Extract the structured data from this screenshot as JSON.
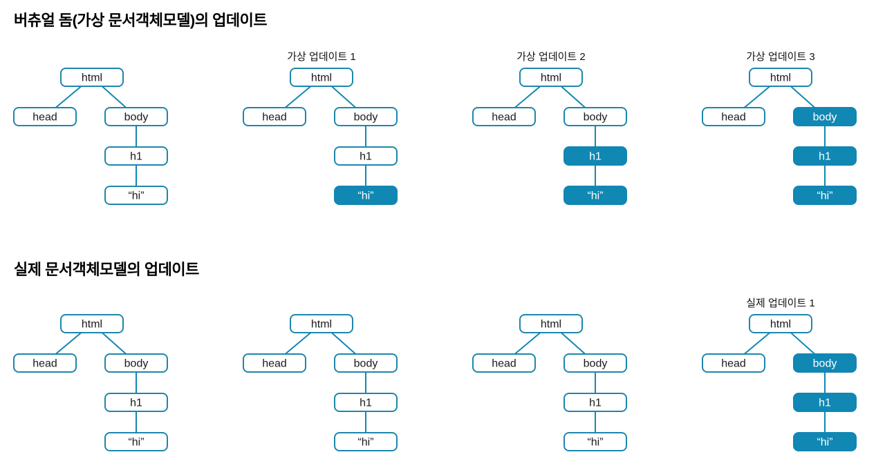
{
  "colors": {
    "accent": "#1187b3",
    "node_border": "#1d86ad",
    "node_fill": "#ffffff",
    "node_text": "#1a1a1a",
    "highlight_fill": "#1187b3",
    "highlight_text": "#ffffff",
    "edge": "#1187b3"
  },
  "node_labels": {
    "html": "html",
    "head": "head",
    "body": "body",
    "h1": "h1",
    "hi": "“hi”"
  },
  "tree_structure": {
    "nodes": [
      "html",
      "head",
      "body",
      "h1",
      "hi"
    ],
    "edges": [
      [
        "html",
        "head"
      ],
      [
        "html",
        "body"
      ],
      [
        "body",
        "h1"
      ],
      [
        "h1",
        "hi"
      ]
    ]
  },
  "sections": [
    {
      "title": "버츄얼 돔(가상 문서객체모델)의 업데이트",
      "trees": [
        {
          "label": "",
          "highlighted": []
        },
        {
          "label": "가상 업데이트 1",
          "highlighted": [
            "hi"
          ]
        },
        {
          "label": "가상 업데이트 2",
          "highlighted": [
            "h1",
            "hi"
          ]
        },
        {
          "label": "가상 업데이트 3",
          "highlighted": [
            "body",
            "h1",
            "hi"
          ]
        }
      ]
    },
    {
      "title": "실제 문서객체모델의 업데이트",
      "trees": [
        {
          "label": "",
          "highlighted": []
        },
        {
          "label": "",
          "highlighted": []
        },
        {
          "label": "",
          "highlighted": []
        },
        {
          "label": "실제 업데이트 1",
          "highlighted": [
            "body",
            "h1",
            "hi"
          ]
        }
      ]
    }
  ]
}
